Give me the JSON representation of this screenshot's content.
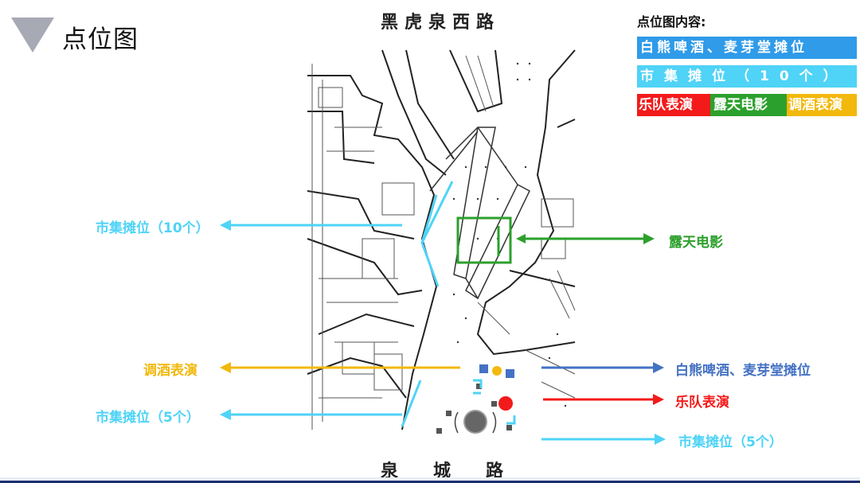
{
  "page": {
    "title": "点位图"
  },
  "roads": {
    "top": "黑虎泉西路",
    "bottom": [
      "泉",
      "城",
      "路"
    ]
  },
  "legend": {
    "heading": "点位图内容:",
    "item1": "白熊啤酒、麦芽堂摊位",
    "item2": "市集摊位（10个）",
    "item3a": "乐队表演",
    "item3b": "露天电影",
    "item3c": "调酒表演",
    "colors": {
      "blue": "#2f9be9",
      "cyan": "#4fd3f7",
      "red": "#f31a1a",
      "green": "#2ca02c",
      "yellow": "#f2b80c"
    }
  },
  "callouts": {
    "market10": "市集摊位（10个）",
    "outdoor_movie": "露天电影",
    "cocktail": "调酒表演",
    "beer_booth": "白熊啤酒、麦芽堂摊位",
    "market5_left": "市集摊位（5个）",
    "band": "乐队表演",
    "market5_right": "市集摊位（5个）"
  },
  "icons": {
    "header": "triangle-down-icon"
  }
}
